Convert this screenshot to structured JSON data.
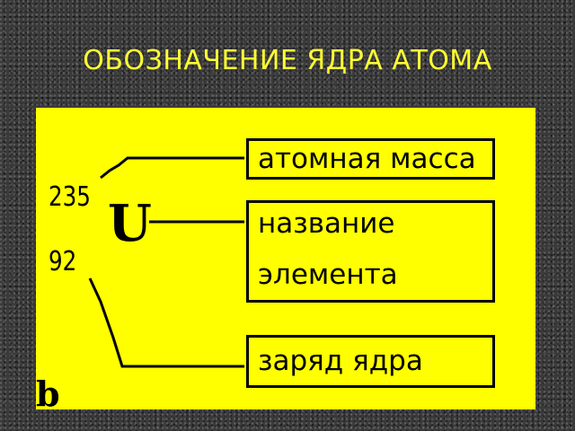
{
  "title": "ОБОЗНАЧЕНИЕ ЯДРА АТОМА",
  "nuclide": {
    "mass_number": "235",
    "atomic_number": "92",
    "symbol": "U"
  },
  "labels": {
    "mass": "атомная масса",
    "name_line1": "название",
    "name_line2": "элемента",
    "charge": "заряд ядра"
  },
  "corner_glyph": "b",
  "colors": {
    "panel": "#ffff00",
    "title": "#ffff33",
    "ink": "#000000",
    "background": "#3a3a3a"
  }
}
